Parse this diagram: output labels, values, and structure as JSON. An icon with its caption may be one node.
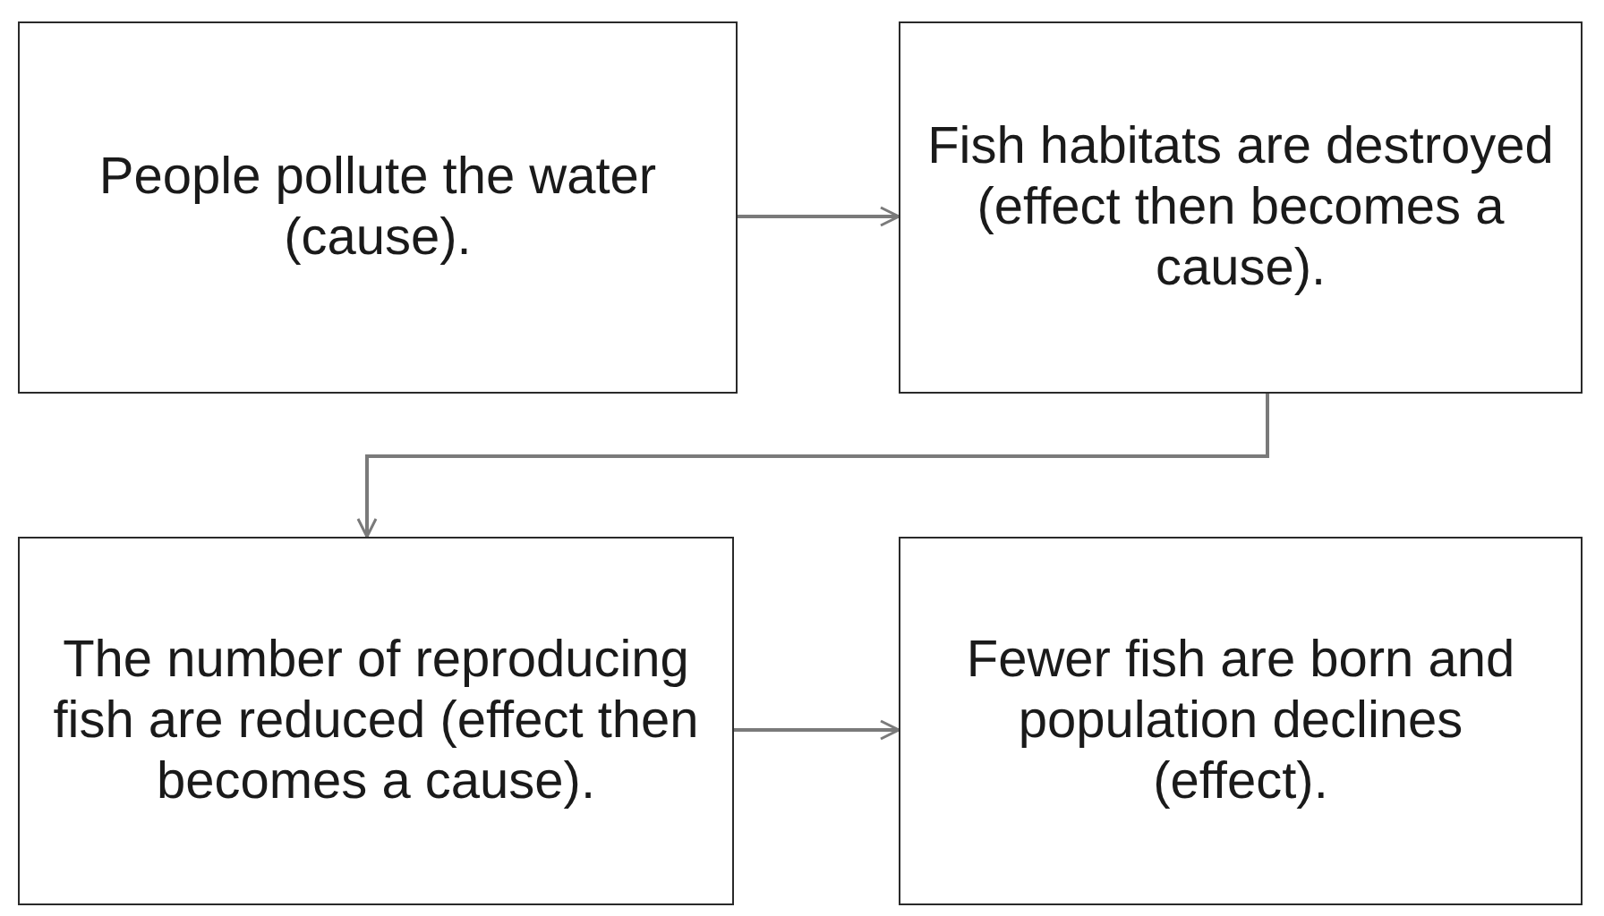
{
  "diagram": {
    "nodes": [
      {
        "text": [
          "People pollute the water (cause)."
        ]
      },
      {
        "text": [
          "Fish habitats are destroyed (effect then becomes a cause)."
        ]
      },
      {
        "text": [
          "The number of reproducing fish are reduced (effect then becomes a cause)."
        ]
      },
      {
        "text": [
          "Fewer fish are born and population declines (effect)."
        ]
      }
    ],
    "edges": [
      {
        "from": 0,
        "to": 1,
        "arrow": "to"
      },
      {
        "from": 1,
        "to": 2,
        "arrow": "to"
      },
      {
        "from": 2,
        "to": 3,
        "arrow": "to"
      }
    ]
  }
}
